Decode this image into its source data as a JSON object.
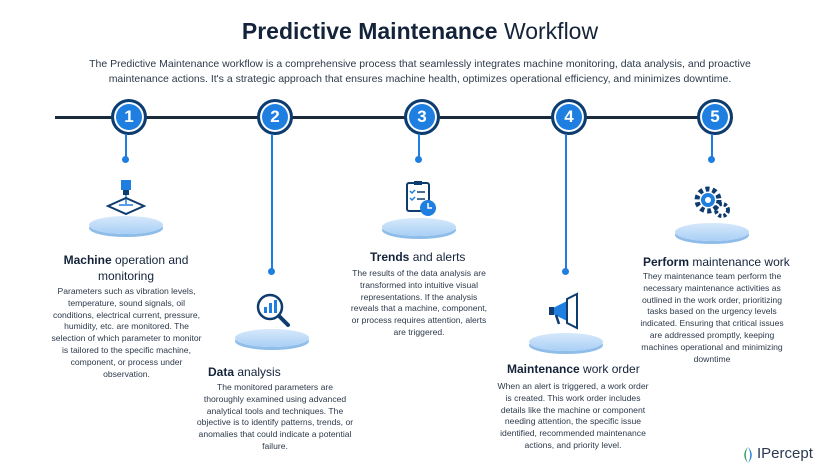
{
  "header": {
    "title_bold": "Predictive Maintenance",
    "title_light": "Workflow",
    "intro": "The Predictive Maintenance workflow is a comprehensive process that seamlessly integrates machine monitoring, data analysis, and proactive maintenance actions. It's a strategic approach that ensures machine health, optimizes operational efficiency, and minimizes downtime."
  },
  "steps": [
    {
      "number": "1",
      "title_bold": "Machine",
      "title_rest": "operation and monitoring",
      "description": "Parameters such as vibration levels, temperature, sound signals, oil conditions, electrical current, pressure, humidity, etc. are monitored. The selection of which parameter to monitor is tailored to the specific machine, component, or process under observation.",
      "icon": "laser-machine-icon"
    },
    {
      "number": "2",
      "title_bold": "Data",
      "title_rest": "analysis",
      "description": "The monitored parameters are thoroughly examined using advanced analytical tools and techniques. The objective is to identify patterns, trends, or anomalies that could indicate a potential failure.",
      "icon": "magnifier-chart-icon"
    },
    {
      "number": "3",
      "title_bold": "Trends",
      "title_rest": "and alerts",
      "description": "The results of the data analysis are transformed into intuitive visual representations. If the analysis reveals that a machine, component, or process requires attention, alerts are triggered.",
      "icon": "checklist-clock-icon"
    },
    {
      "number": "4",
      "title_bold": "Maintenance",
      "title_rest": "work order",
      "description": "When an alert is triggered, a work order is created. This work order includes details like the machine or component needing attention, the specific issue identified, recommended maintenance actions, and priority level.",
      "icon": "megaphone-icon"
    },
    {
      "number": "5",
      "title_bold": "Perform",
      "title_rest": "maintenance work",
      "description": "They maintenance team perform the necessary maintenance activities as outlined in the work order, prioritizing tasks based on the urgency levels indicated. Ensuring that critical issues are addressed promptly, keeping machines operational and minimizing downtime",
      "icon": "gears-icon"
    }
  ],
  "logo": {
    "text": "IPercept"
  }
}
